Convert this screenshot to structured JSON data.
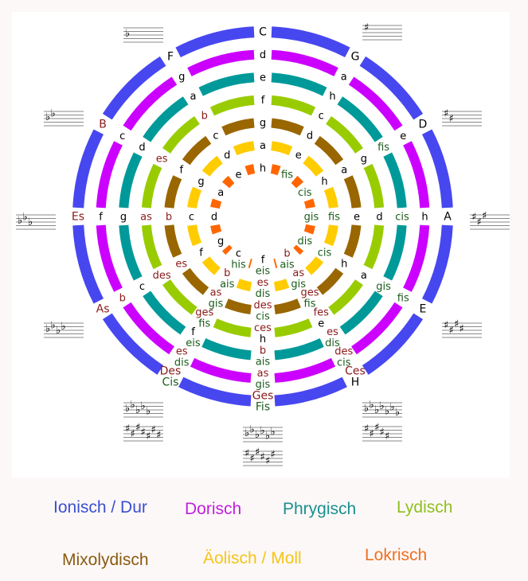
{
  "rings": [
    {
      "name": "Ionisch / Dur",
      "color": "#4747f0",
      "legend_color": "#3a4fd0",
      "labels": [
        [
          "C"
        ],
        [
          "G"
        ],
        [
          "D"
        ],
        [
          "A"
        ],
        [
          "E"
        ],
        [
          "Ces",
          "H"
        ],
        [
          "Ges",
          "Fis"
        ],
        [
          "Des",
          "Cis"
        ],
        [
          "As"
        ],
        [
          "Es"
        ],
        [
          "B"
        ],
        [
          "F"
        ]
      ]
    },
    {
      "name": "Dorisch",
      "color": "#cc00ff",
      "legend_color": "#c020e0",
      "labels": [
        [
          "d"
        ],
        [
          "a"
        ],
        [
          "e"
        ],
        [
          "h"
        ],
        [
          "fis"
        ],
        [
          "des",
          "cis"
        ],
        [
          "as",
          "gis"
        ],
        [
          "es",
          "dis"
        ],
        [
          "b"
        ],
        [
          "f"
        ],
        [
          "c"
        ],
        [
          "g"
        ]
      ]
    },
    {
      "name": "Phrygisch",
      "color": "#009999",
      "legend_color": "#1a9090",
      "labels": [
        [
          "e"
        ],
        [
          "h"
        ],
        [
          "fis"
        ],
        [
          "cis"
        ],
        [
          "gis"
        ],
        [
          "es",
          "dis"
        ],
        [
          "b",
          "ais"
        ],
        [
          "f",
          "eis"
        ],
        [
          "c"
        ],
        [
          "g"
        ],
        [
          "d"
        ],
        [
          "a"
        ]
      ]
    },
    {
      "name": "Lydisch",
      "color": "#99cc00",
      "legend_color": "#8fc020",
      "labels": [
        [
          "f"
        ],
        [
          "c"
        ],
        [
          "g"
        ],
        [
          "d"
        ],
        [
          "a"
        ],
        [
          "fes",
          "e"
        ],
        [
          "ces",
          "h"
        ],
        [
          "ges",
          "fis"
        ],
        [
          "des"
        ],
        [
          "as"
        ],
        [
          "es"
        ],
        [
          "b"
        ]
      ]
    },
    {
      "name": "Mixolydisch",
      "color": "#996600",
      "legend_color": "#8a5a10",
      "labels": [
        [
          "g"
        ],
        [
          "d"
        ],
        [
          "a"
        ],
        [
          "e"
        ],
        [
          "h"
        ],
        [
          "ges",
          "fis"
        ],
        [
          "des",
          "cis"
        ],
        [
          "as",
          "gis"
        ],
        [
          "es"
        ],
        [
          "b"
        ],
        [
          "f"
        ],
        [
          "c"
        ]
      ]
    },
    {
      "name": "Äolisch / Moll",
      "color": "#ffcc00",
      "legend_color": "#f5c518",
      "labels": [
        [
          "a"
        ],
        [
          "e"
        ],
        [
          "h"
        ],
        [
          "fis"
        ],
        [
          "cis"
        ],
        [
          "as",
          "gis"
        ],
        [
          "es",
          "dis"
        ],
        [
          "b",
          "ais"
        ],
        [
          "f"
        ],
        [
          "c"
        ],
        [
          "g"
        ],
        [
          "d"
        ]
      ]
    },
    {
      "name": "Lokrisch",
      "color": "#ff6600",
      "legend_color": "#f07020",
      "labels": [
        [
          "h"
        ],
        [
          "fis"
        ],
        [
          "cis"
        ],
        [
          "gis"
        ],
        [
          "dis"
        ],
        [
          "b",
          "ais"
        ],
        [
          "f",
          "eis"
        ],
        [
          "c",
          "his"
        ],
        [
          "g"
        ],
        [
          "d"
        ],
        [
          "a"
        ],
        [
          "e"
        ]
      ]
    }
  ],
  "key_signatures": [
    {
      "flats": 0,
      "sharps": 0
    },
    {
      "flats": 0,
      "sharps": 1
    },
    {
      "flats": 0,
      "sharps": 2
    },
    {
      "flats": 0,
      "sharps": 3
    },
    {
      "flats": 0,
      "sharps": 4
    },
    {
      "flats": 7,
      "sharps": 5
    },
    {
      "flats": 6,
      "sharps": 6
    },
    {
      "flats": 5,
      "sharps": 7
    },
    {
      "flats": 4,
      "sharps": 0
    },
    {
      "flats": 3,
      "sharps": 0
    },
    {
      "flats": 2,
      "sharps": 0
    },
    {
      "flats": 1,
      "sharps": 0
    }
  ],
  "colors": {
    "flat_text": "#8b1a1a",
    "sharp_text": "#1a5c1a",
    "natural_text": "#000000",
    "staff": "#888888"
  }
}
